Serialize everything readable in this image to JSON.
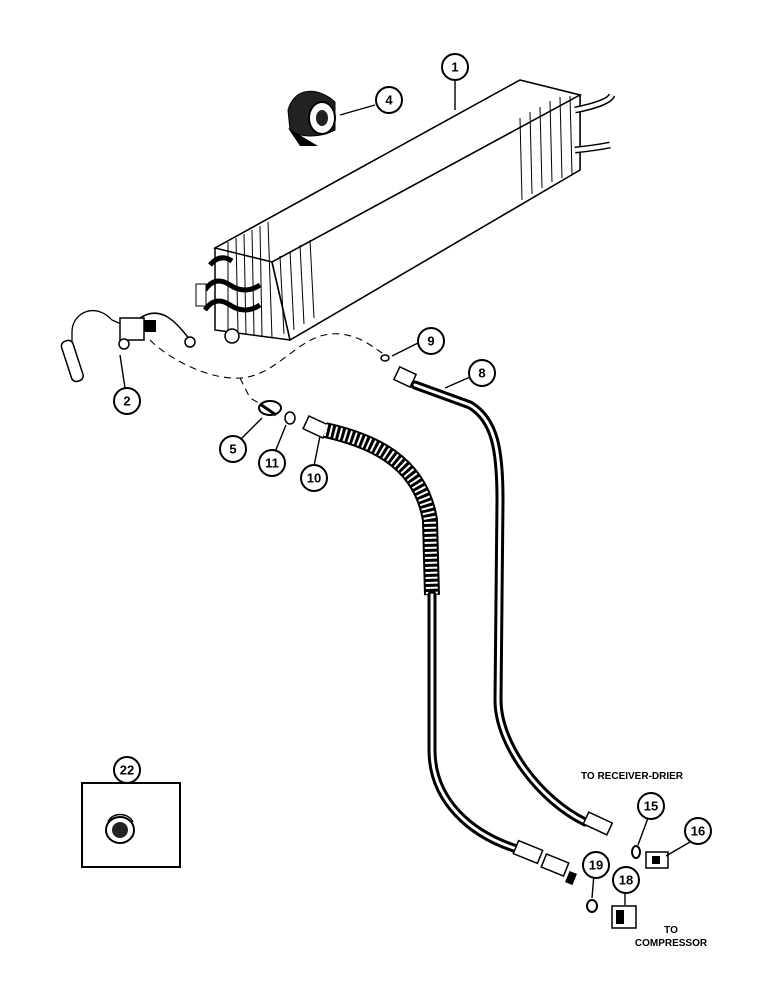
{
  "callouts": [
    {
      "id": "c1",
      "label": "1"
    },
    {
      "id": "c2",
      "label": "2"
    },
    {
      "id": "c4",
      "label": "4"
    },
    {
      "id": "c5",
      "label": "5"
    },
    {
      "id": "c8",
      "label": "8"
    },
    {
      "id": "c9",
      "label": "9"
    },
    {
      "id": "c10",
      "label": "10"
    },
    {
      "id": "c11",
      "label": "11"
    },
    {
      "id": "c15",
      "label": "15"
    },
    {
      "id": "c16",
      "label": "16"
    },
    {
      "id": "c18",
      "label": "18"
    },
    {
      "id": "c19",
      "label": "19"
    },
    {
      "id": "c22",
      "label": "22"
    }
  ],
  "notes": {
    "receiver_drier": "TO RECEIVER-DRIER",
    "compressor_line1": "TO",
    "compressor_line2": "COMPRESSOR"
  }
}
